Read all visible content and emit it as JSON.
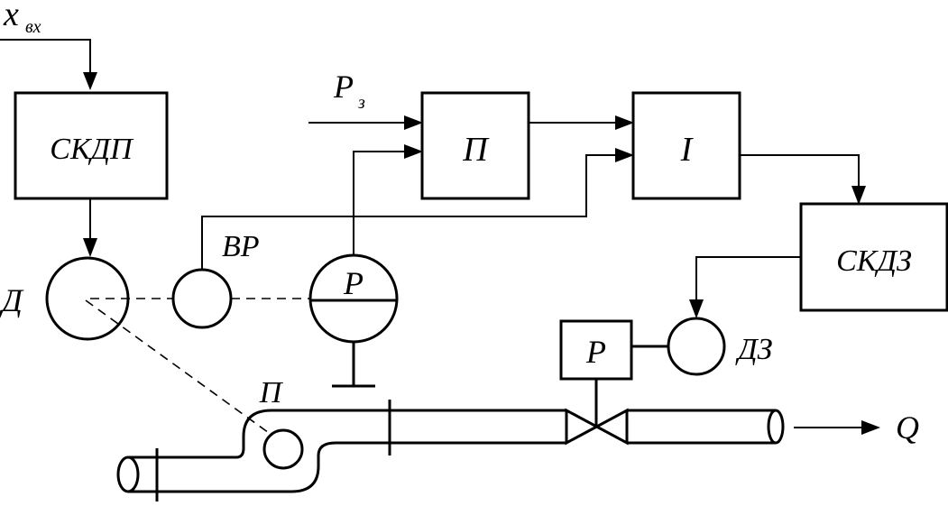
{
  "labels": {
    "x_input": "x",
    "x_input_sub": "вх",
    "p_setpoint": "P",
    "p_setpoint_sub": "з",
    "skdp": "СКДП",
    "p_block": "П",
    "i_block": "I",
    "skdz": "СКДЗ",
    "d": "Д",
    "vr": "ВР",
    "r_sensor": "Р",
    "r_actuator": "Р",
    "dz": "ДЗ",
    "p_pipe": "П",
    "q": "Q"
  }
}
